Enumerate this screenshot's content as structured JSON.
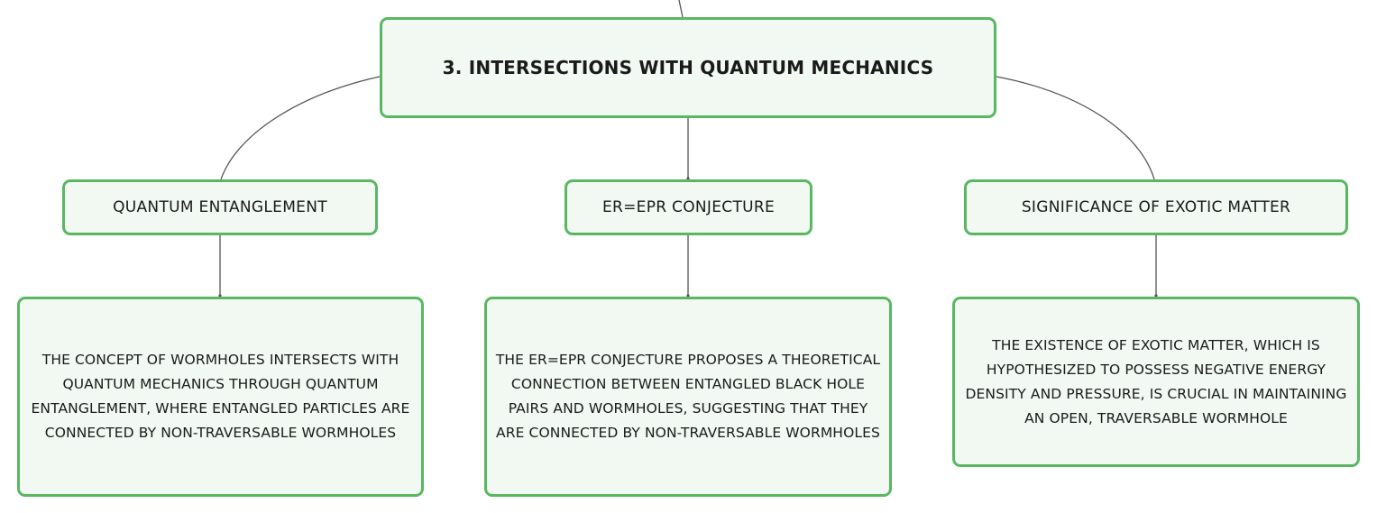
{
  "colors": {
    "node_fill": "#f1f9f2",
    "node_border": "#59b762",
    "connector": "#555555"
  },
  "root": {
    "title": "3. INTERSECTIONS WITH QUANTUM MECHANICS"
  },
  "branches": [
    {
      "label": "QUANTUM ENTANGLEMENT",
      "detail": "THE CONCEPT OF WORMHOLES INTERSECTS WITH QUANTUM MECHANICS THROUGH QUANTUM ENTANGLEMENT, WHERE ENTANGLED PARTICLES ARE CONNECTED BY NON-TRAVERSABLE WORMHOLES"
    },
    {
      "label": "ER=EPR CONJECTURE",
      "detail": "THE ER=EPR CONJECTURE PROPOSES A THEORETICAL CONNECTION BETWEEN ENTANGLED BLACK HOLE PAIRS AND WORMHOLES, SUGGESTING THAT THEY ARE CONNECTED BY NON-TRAVERSABLE WORMHOLES"
    },
    {
      "label": "SIGNIFICANCE OF EXOTIC MATTER",
      "detail": "THE EXISTENCE OF EXOTIC MATTER, WHICH IS HYPOTHESIZED TO POSSESS NEGATIVE ENERGY DENSITY AND PRESSURE, IS CRUCIAL IN MAINTAINING AN OPEN, TRAVERSABLE WORMHOLE"
    }
  ]
}
